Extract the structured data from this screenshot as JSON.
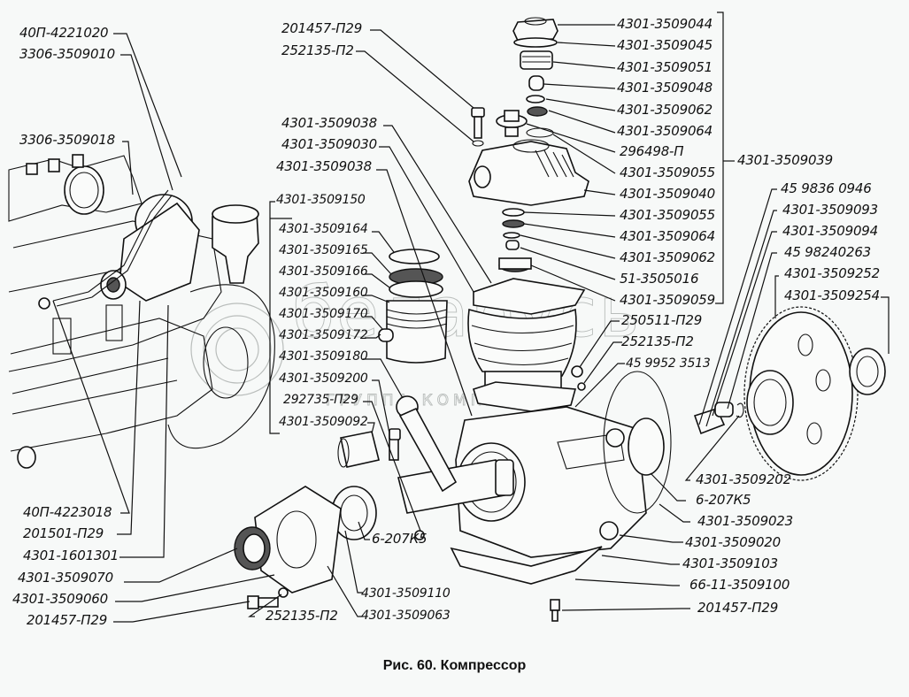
{
  "caption": "Рис. 60. Компрессор",
  "watermark": {
    "brand": "беларусь",
    "subtitle": "ГРУППА КОМПАНИЙ"
  },
  "labels": {
    "top_left": [
      {
        "id": "l1",
        "text": "40П-4221020"
      },
      {
        "id": "l2",
        "text": "3306-3509010"
      },
      {
        "id": "l3",
        "text": "3306-3509018"
      }
    ],
    "top_center": [
      {
        "id": "c1",
        "text": "201457-П29"
      },
      {
        "id": "c2",
        "text": "252135-П2"
      },
      {
        "id": "c3",
        "text": "4301-3509038"
      },
      {
        "id": "c4",
        "text": "4301-3509030"
      },
      {
        "id": "c5",
        "text": "4301-3509038"
      }
    ],
    "head_group": {
      "group_label": "4301-3509039",
      "items": [
        "4301-3509044",
        "4301-3509045",
        "4301-3509051",
        "4301-3509048",
        "4301-3509062",
        "4301-3509064",
        "296498-П",
        "4301-3509055",
        "4301-3509040",
        "4301-3509055",
        "4301-3509064",
        "4301-3509062",
        "51-3505016",
        "4301-3509059"
      ]
    },
    "piston_group": {
      "group_label": "4301-3509150",
      "items": [
        "4301-3509164",
        "4301-3509165",
        "4301-3509166",
        "4301-3509160",
        "4301-3509170",
        "4301-3509172",
        "4301-3509180",
        "4301-3509200",
        "292735-П29",
        "4301-3509092"
      ]
    },
    "right_upper": [
      "45 9836 0946",
      "4301-3509093",
      "4301-3509094",
      "45 98240263",
      "4301-3509252",
      "4301-3509254"
    ],
    "right_middle": [
      "250511-П29",
      "252135-П2",
      "45 9952 3513"
    ],
    "right_lower": [
      "4301-3509202",
      "6-207К5",
      "4301-3509023",
      "4301-3509020",
      "4301-3509103",
      "66-11-3509100",
      "201457-П29"
    ],
    "bottom_left": [
      "40П-4223018",
      "201501-П29",
      "4301-1601301",
      "4301-3509070",
      "4301-3509060",
      "201457-П29"
    ],
    "bottom_center": [
      "6-207К5",
      "4301-3509110",
      "252135-П2",
      "4301-3509063"
    ]
  }
}
